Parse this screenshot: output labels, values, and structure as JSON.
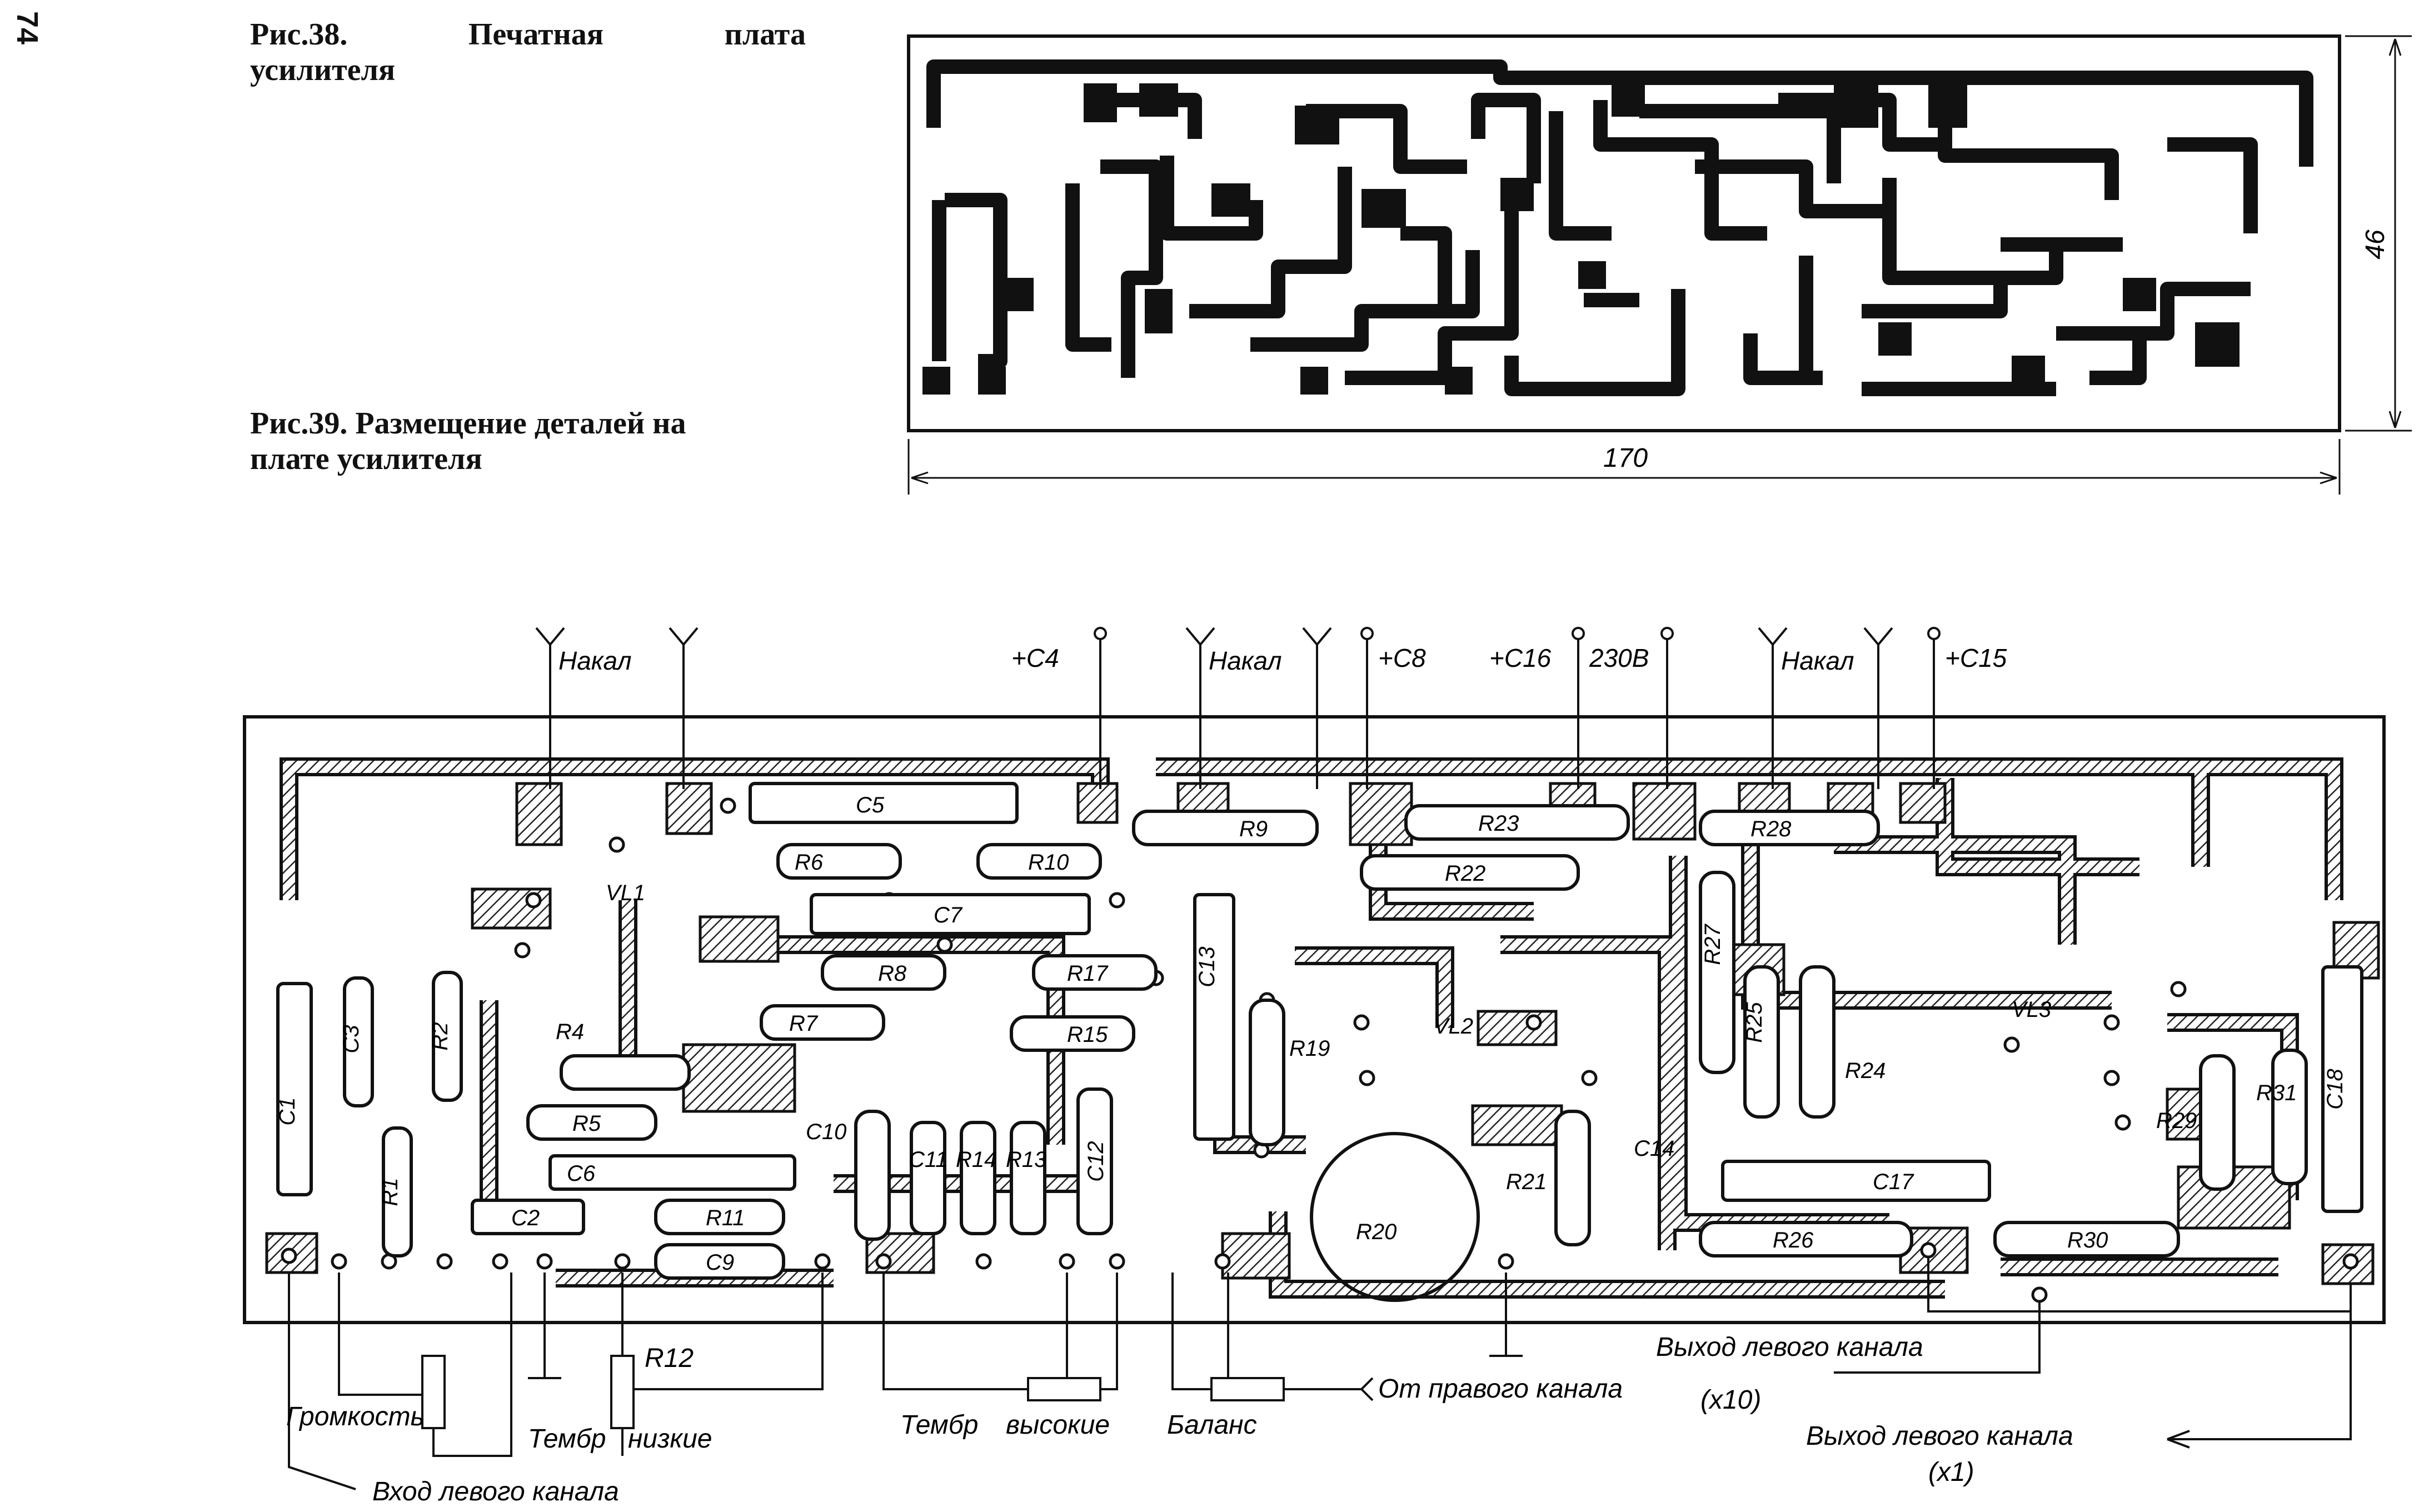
{
  "page_number": "74",
  "fig38": {
    "caption_line1_a": "Рис.38.",
    "caption_line1_b": "Печатная",
    "caption_line1_c": "плата",
    "caption_line2": "усилителя",
    "dim_width": "170",
    "dim_height": "46"
  },
  "fig39": {
    "caption_line1": "Рис.39. Размещение деталей на",
    "caption_line2": "плате усилителя",
    "top_labels": {
      "nakal1": "Накал",
      "c4": "+C4",
      "nakal2": "Накал",
      "c8": "+C8",
      "c16": "+C16",
      "v230": "230B",
      "nakal3": "Накал",
      "c15": "+C15"
    },
    "components": {
      "C1": "C1",
      "C2": "C2",
      "C3": "C3",
      "C5": "C5",
      "C6": "C6",
      "C7": "C7",
      "C9": "C9",
      "C10": "C10",
      "C11": "C11",
      "C12": "C12",
      "C13": "C13",
      "C14": "C14",
      "C17": "C17",
      "C18": "C18",
      "R1": "R1",
      "R2": "R2",
      "R4": "R4",
      "R5": "R5",
      "R6": "R6",
      "R7": "R7",
      "R8": "R8",
      "R9": "R9",
      "R10": "R10",
      "R11": "R11",
      "R13": "R13",
      "R14": "R14",
      "R15": "R15",
      "R17": "R17",
      "R19": "R19",
      "R20": "R20",
      "R21": "R21",
      "R22": "R22",
      "R23": "R23",
      "R24": "R24",
      "R25": "R25",
      "R26": "R26",
      "R27": "R27",
      "R28": "R28",
      "R29": "R29",
      "R30": "R30",
      "R31": "R31",
      "VL1": "VL1",
      "VL2": "VL2",
      "VL3": "VL3"
    },
    "bottom_labels": {
      "gromkost": "Громкость",
      "r12": "R12",
      "timbre_low_a": "Тембр",
      "timbre_low_b": "низкие",
      "timbre_high_a": "Тембр",
      "timbre_high_b": "высокие",
      "balance": "Баланс",
      "from_right": "От правого канала",
      "out_left_x10": "Выход левого канала",
      "x10": "(x10)",
      "out_left_x1": "Выход левого канала",
      "x1": "(x1)",
      "in_left": "Вход левого канала"
    }
  }
}
